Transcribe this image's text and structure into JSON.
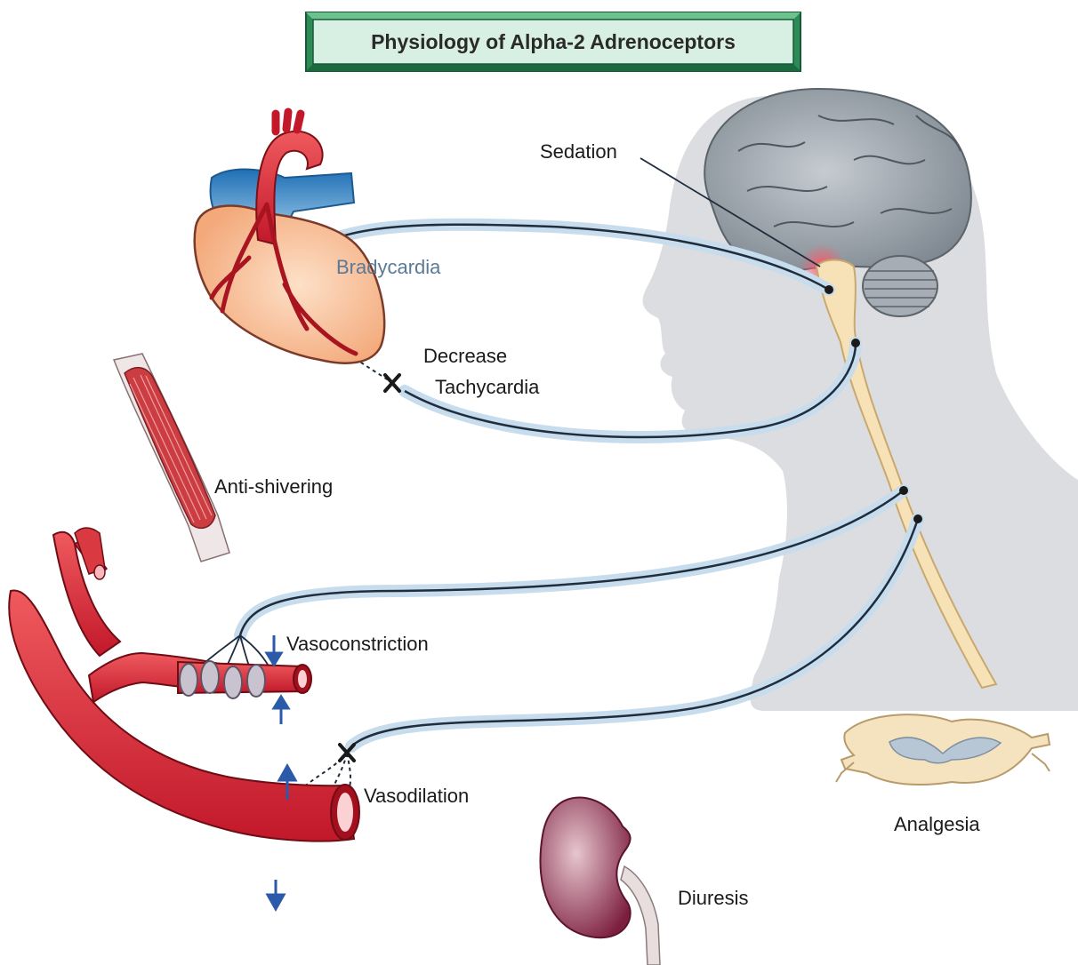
{
  "title": "Physiology of Alpha-2 Adrenoceptors",
  "labels": {
    "sedation": "Sedation",
    "bradycardia": "Bradycardia",
    "decrease": "Decrease",
    "tachycardia": "Tachycardia",
    "anti_shivering": "Anti-shivering",
    "vasoconstriction": "Vasoconstriction",
    "vasodilation": "Vasodilation",
    "analgesia": "Analgesia",
    "diuresis": "Diuresis"
  },
  "colors": {
    "title_frame": "#2e8b57",
    "title_fill": "#d7efe4",
    "nerve": "#1f2d3d",
    "nerve_glow": "#b9d3e8",
    "artery": "#d4262e",
    "vein": "#2f7fc1",
    "heart": "#f6b98f",
    "brain": "#9aa3ab",
    "spinal_cord": "#f6ddb0",
    "silhouette": "#d6d8db",
    "kidney": "#8b2c4a",
    "muscle": "#c4383c",
    "bradycardia_text": "#5a7a97",
    "arrow": "#2a5aa8"
  }
}
